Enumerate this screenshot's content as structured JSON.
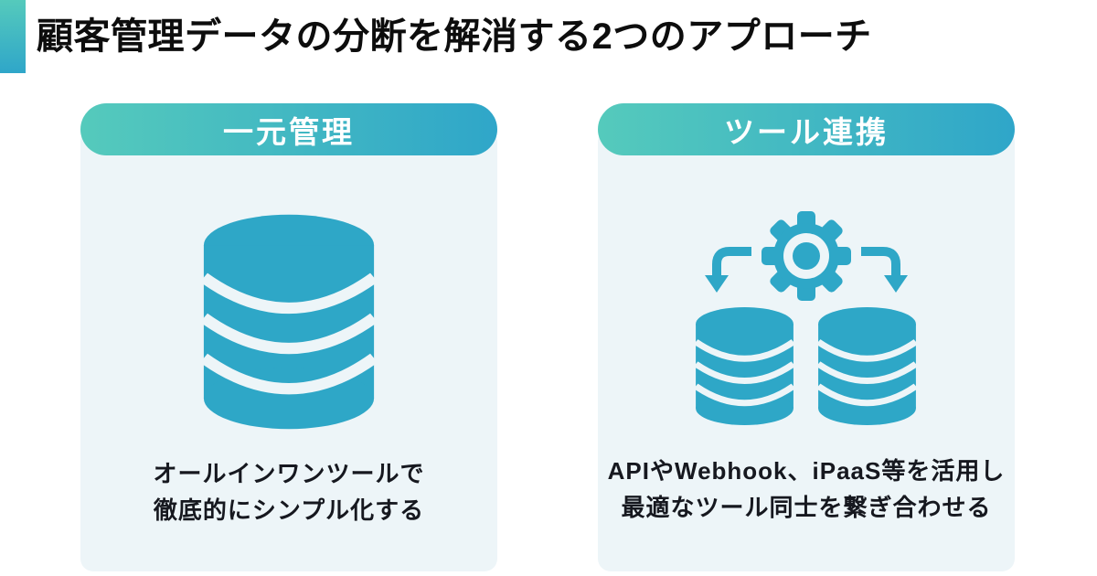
{
  "theme": {
    "accent": "#2ea7c7",
    "grad_start": "#55cabc",
    "grad_end": "#2fa6c9",
    "card_bg": "#edf5f8",
    "title_color": "#0d0d0d",
    "text_color": "#16181f",
    "page_bg": "#ffffff"
  },
  "header": {
    "title": "顧客管理データの分断を解消する2つのアプローチ"
  },
  "cards": [
    {
      "label": "一元管理",
      "icon": "database-icon",
      "description_line1": "オールインワンツールで",
      "description_line2": "徹底的にシンプル化する"
    },
    {
      "label": "ツール連携",
      "icon": "gear-sync-databases-icon",
      "description_line1": "APIやWebhook、iPaaS等を活用し",
      "description_line2": "最適なツール同士を繋ぎ合わせる"
    }
  ]
}
